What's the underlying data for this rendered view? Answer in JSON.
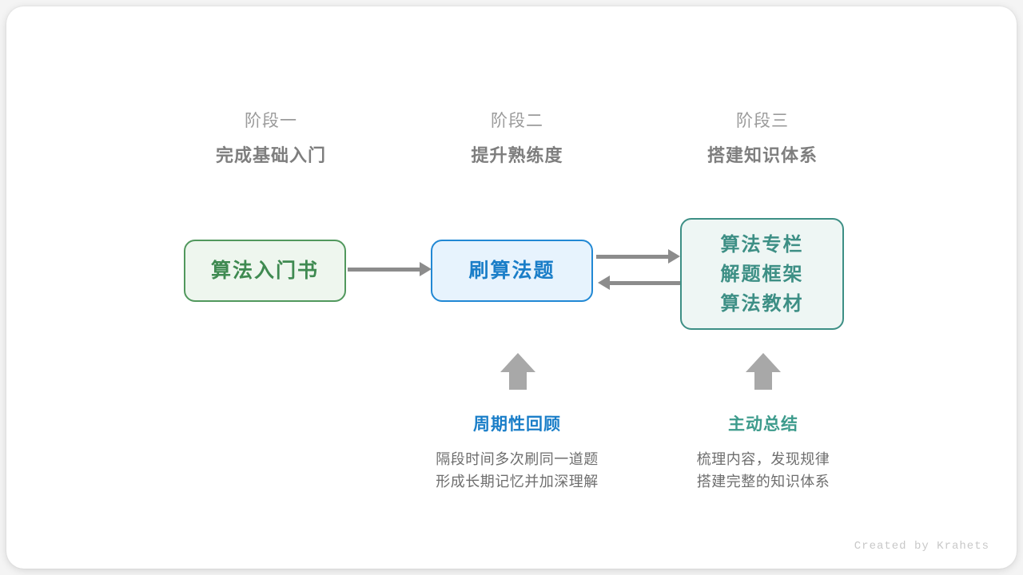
{
  "stages": [
    {
      "sub": "阶段一",
      "title": "完成基础入门"
    },
    {
      "sub": "阶段二",
      "title": "提升熟练度"
    },
    {
      "sub": "阶段三",
      "title": "搭建知识体系"
    }
  ],
  "nodes": {
    "book": {
      "label": "算法入门书",
      "color": "#3f8a51",
      "border": "#51985d",
      "fill": "#eef6ee"
    },
    "practice": {
      "label": "刷算法题",
      "color": "#1a7ec8",
      "border": "#2188d4",
      "fill": "#e7f3fd"
    },
    "resources": {
      "lines": [
        "算法专栏",
        "解题框架",
        "算法教材"
      ],
      "color": "#3d8f85",
      "border": "#3d8f85",
      "fill": "#eef6f4"
    }
  },
  "notes": [
    {
      "title": "周期性回顾",
      "accent": "#1a7ec8",
      "desc_line1": "隔段时间多次刷同一道题",
      "desc_line2": "形成长期记忆并加深理解"
    },
    {
      "title": "主动总结",
      "accent": "#3d9b8c",
      "desc_line1": "梳理内容，发现规律",
      "desc_line2": "搭建完整的知识体系"
    }
  ],
  "arrow_color": "#8c8c8c",
  "credit": "Created by Krahets"
}
